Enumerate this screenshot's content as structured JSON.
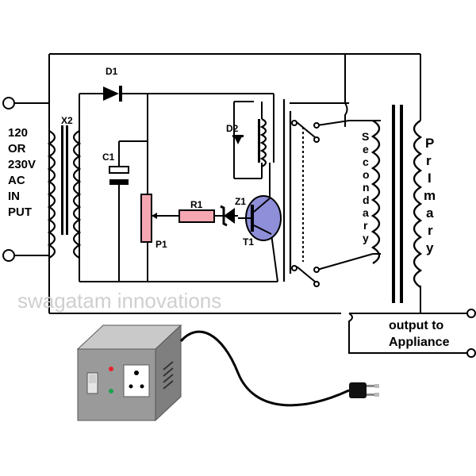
{
  "input_label": [
    "120",
    "OR",
    "230V",
    "AC",
    "IN",
    "PUT"
  ],
  "components": {
    "transformer_x2": "X2",
    "diode_d1": "D1",
    "capacitor_c1": "C1",
    "relay_diode_d2": "D2",
    "resistor_r1": "R1",
    "zener_z1": "Z1",
    "pot_p1": "P1",
    "transistor_t1": "T1"
  },
  "secondary_label": [
    "S",
    "e",
    "c",
    "o",
    "n",
    "d",
    "a",
    "r",
    "y"
  ],
  "primary_label": [
    "P",
    "r",
    "I",
    "m",
    "a",
    "r",
    "y"
  ],
  "output_label": [
    "output to",
    "Appliance"
  ],
  "watermark": "swagatam innovations",
  "colors": {
    "resistor_fill": "#f4a7b0",
    "transistor_fill": "#8e8fd8",
    "box_top": "#c9c9c9",
    "box_front": "#9a9a9a",
    "box_side": "#7f7f7f",
    "led_red": "#e8212a",
    "led_green": "#1aa34a"
  }
}
